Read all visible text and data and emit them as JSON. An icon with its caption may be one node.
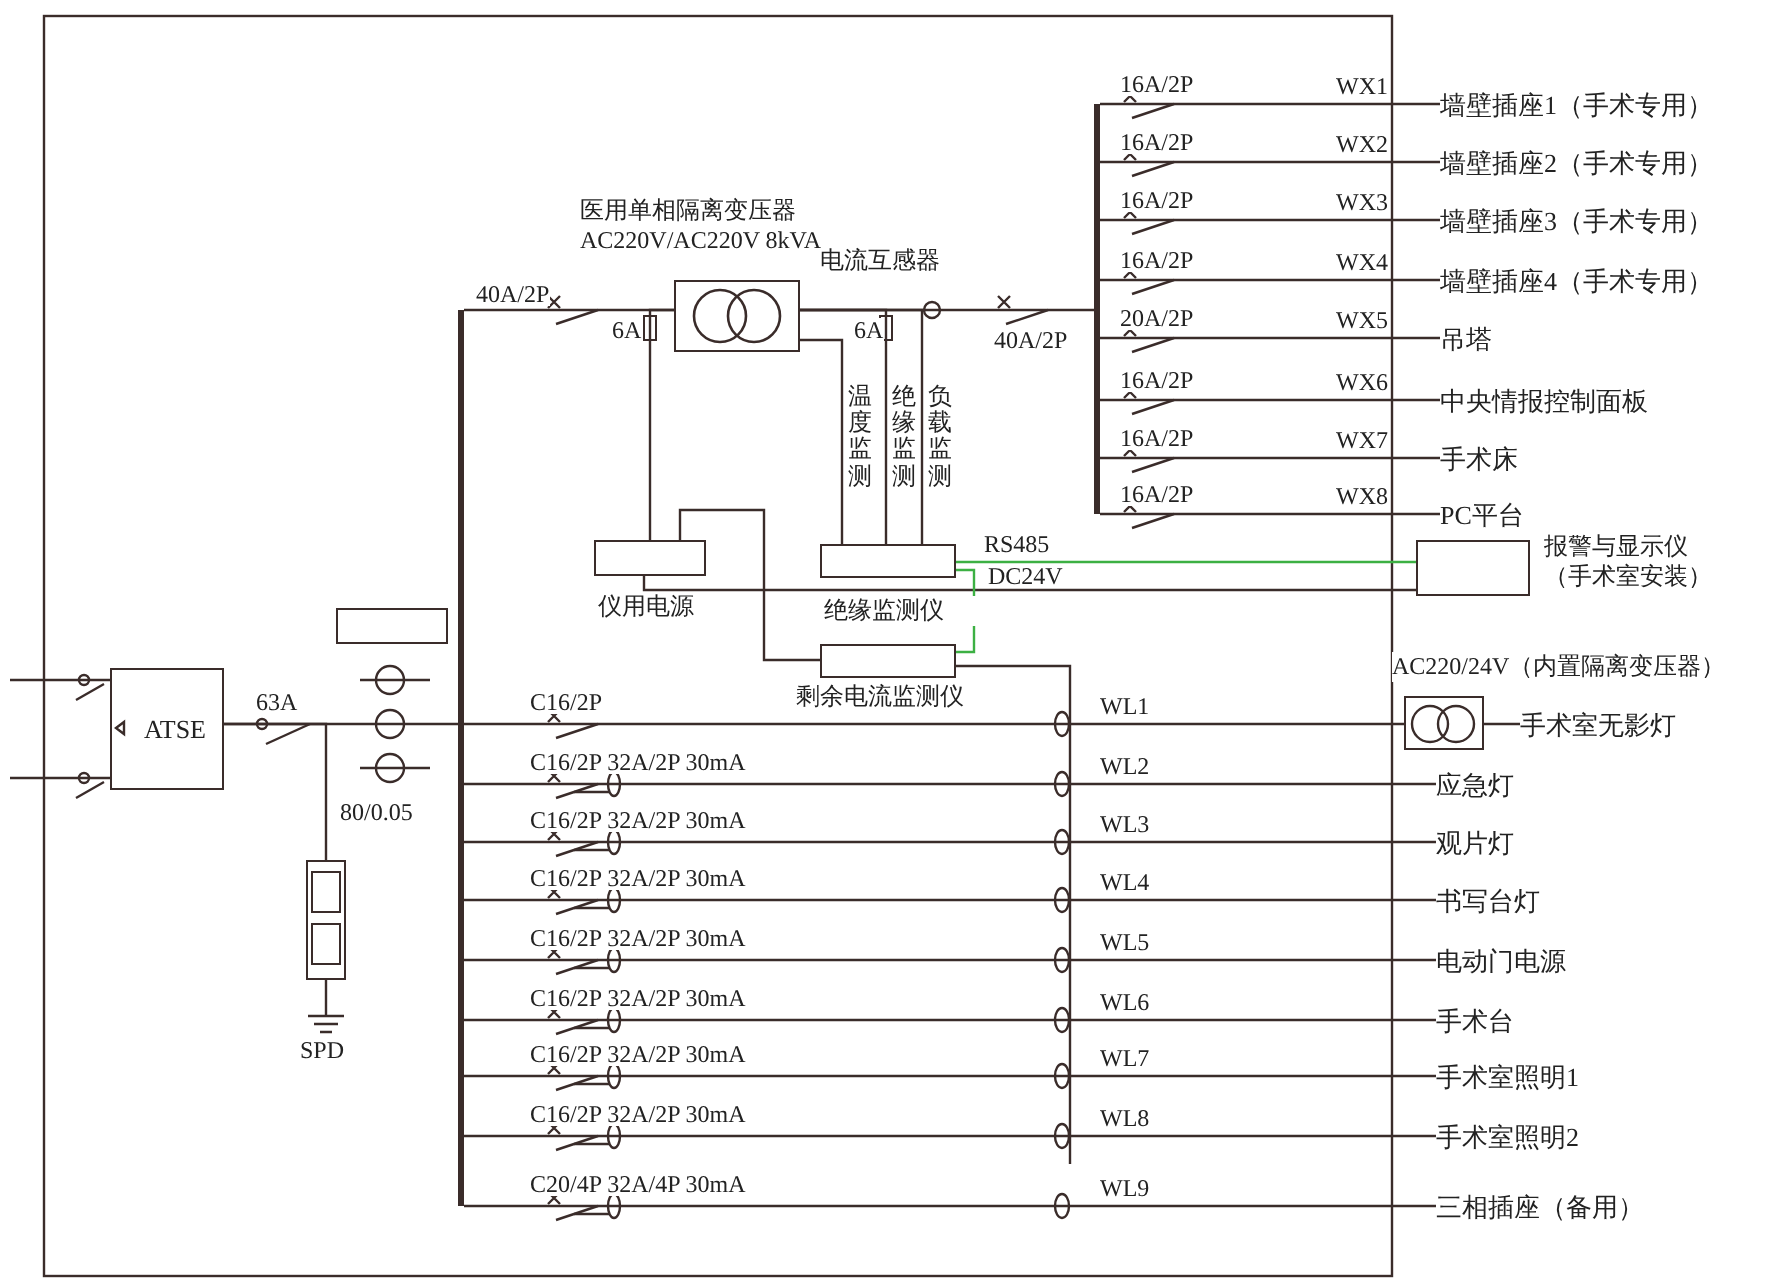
{
  "diagram": {
    "nodes": [
      {
        "text": [
          "ATSE"
        ]
      },
      {
        "text": [],
        "shape": "box",
        "beside": [
          "医用单相隔离变压器",
          "AC220V/AC220V 8kVA"
        ]
      },
      {
        "text": [],
        "shape": "box",
        "beside": [
          "仪用电源"
        ]
      },
      {
        "text": [],
        "shape": "box",
        "beside": [
          "绝缘监测仪"
        ]
      },
      {
        "text": [],
        "shape": "box",
        "beside": [
          "剩余电流监测仪"
        ]
      },
      {
        "text": [],
        "shape": "box",
        "beside": [
          "报警与显示仪（手术室安装）"
        ]
      },
      {
        "text": [],
        "shape": "box"
      },
      {
        "text": [],
        "shape": "box",
        "beside": [
          "SPD"
        ]
      },
      {
        "text": [],
        "shape": "box",
        "beside": [
          "AC220/24V（内置隔离变压器）"
        ]
      },
      {
        "text": [
          "墙壁插座1（手术专用）"
        ]
      },
      {
        "text": [
          "墙壁插座2（手术专用）"
        ]
      },
      {
        "text": [
          "墙壁插座3（手术专用）"
        ]
      },
      {
        "text": [
          "墙壁插座4（手术专用）"
        ]
      },
      {
        "text": [
          "吊塔"
        ]
      },
      {
        "text": [
          "中央情报控制面板"
        ]
      },
      {
        "text": [
          "手术床"
        ]
      },
      {
        "text": [
          "PC平台"
        ]
      },
      {
        "text": [
          "手术室无影灯"
        ]
      },
      {
        "text": [
          "应急灯"
        ]
      },
      {
        "text": [
          "观片灯"
        ]
      },
      {
        "text": [
          "书写台灯"
        ]
      },
      {
        "text": [
          "电动门电源"
        ]
      },
      {
        "text": [
          "手术台"
        ]
      },
      {
        "text": [
          "手术室照明1"
        ]
      },
      {
        "text": [
          "手术室照明2"
        ]
      },
      {
        "text": [
          "三相插座（备用）"
        ]
      },
      {
        "text": [],
        "shape": "bar"
      },
      {
        "text": [],
        "shape": "bar"
      }
    ],
    "edges": [
      {
        "from": 27,
        "to": 9,
        "arrow": "none"
      },
      {
        "from": 27,
        "to": 10,
        "arrow": "none"
      },
      {
        "from": 27,
        "to": 11,
        "arrow": "none"
      },
      {
        "from": 27,
        "to": 12,
        "arrow": "none"
      },
      {
        "from": 27,
        "to": 13,
        "arrow": "none"
      },
      {
        "from": 27,
        "to": 14,
        "arrow": "none"
      },
      {
        "from": 27,
        "to": 15,
        "arrow": "none"
      },
      {
        "from": 27,
        "to": 16,
        "arrow": "none"
      },
      {
        "from": 26,
        "to": 8,
        "arrow": "none"
      },
      {
        "from": 8,
        "to": 17,
        "arrow": "none"
      },
      {
        "from": 26,
        "to": 18,
        "arrow": "none"
      },
      {
        "from": 26,
        "to": 19,
        "arrow": "none"
      },
      {
        "from": 26,
        "to": 20,
        "arrow": "none"
      },
      {
        "from": 26,
        "to": 21,
        "arrow": "none"
      },
      {
        "from": 26,
        "to": 22,
        "arrow": "none"
      },
      {
        "from": 26,
        "to": 23,
        "arrow": "none"
      },
      {
        "from": 26,
        "to": 24,
        "arrow": "none"
      },
      {
        "from": 26,
        "to": 25,
        "arrow": "none"
      },
      {
        "from": 0,
        "to": 7,
        "arrow": "none"
      },
      {
        "from": 1,
        "to": 3,
        "arrow": "none",
        "label": "温度监测"
      },
      {
        "from": 1,
        "to": 3,
        "arrow": "none",
        "label": "绝缘监测"
      },
      {
        "from": 1,
        "to": 3,
        "arrow": "none",
        "label": "负载监测"
      },
      {
        "from": 3,
        "to": 5,
        "arrow": "none",
        "label": "RS485",
        "color": "#3cb043"
      },
      {
        "from": 2,
        "to": 5,
        "arrow": "none",
        "label": "DC24V"
      },
      {
        "from": 3,
        "to": 4,
        "arrow": "none",
        "color": "#3cb043"
      },
      {
        "from": 2,
        "to": 4,
        "arrow": "none"
      },
      {
        "from": 0,
        "to": 26,
        "arrow": "none"
      },
      {
        "from": 26,
        "to": 1,
        "arrow": "none"
      },
      {
        "from": 1,
        "to": 27,
        "arrow": "none"
      },
      {
        "from": 1,
        "to": 2,
        "arrow": "none"
      },
      {
        "from": null,
        "to": 0,
        "arrow": "none"
      },
      {
        "from": null,
        "to": 0,
        "arrow": "none"
      },
      {
        "from": 4,
        "to": null,
        "arrow": "none"
      }
    ],
    "labels": [
      "40A/2P",
      "6A",
      "电流互感器",
      "6A",
      "40A/2P",
      "16A/2P",
      "WX1",
      "16A/2P",
      "WX2",
      "16A/2P",
      "WX3",
      "16A/2P",
      "WX4",
      "20A/2P",
      "WX5",
      "16A/2P",
      "WX6",
      "16A/2P",
      "WX7",
      "16A/2P",
      "WX8",
      "63A",
      "80/0.05",
      "C16/2P",
      "WL1",
      "C16/2P 32A/2P 30mA",
      "WL2",
      "C16/2P 32A/2P 30mA",
      "WL3",
      "C16/2P 32A/2P 30mA",
      "WL4",
      "C16/2P 32A/2P 30mA",
      "WL5",
      "C16/2P 32A/2P 30mA",
      "WL6",
      "C16/2P 32A/2P 30mA",
      "WL7",
      "C16/2P 32A/2P 30mA",
      "WL8",
      "C20/4P 32A/4P 30mA",
      "WL9"
    ]
  }
}
